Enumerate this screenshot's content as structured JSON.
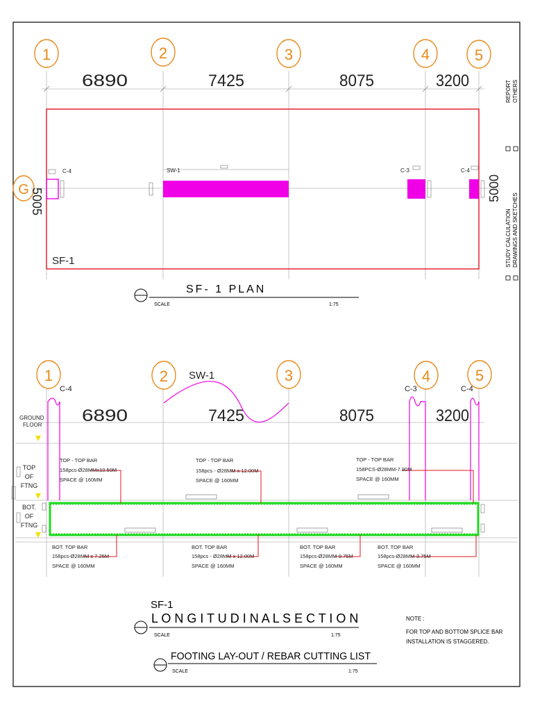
{
  "grid": {
    "labels": [
      "1",
      "2",
      "3",
      "4",
      "5"
    ],
    "row_label": "G",
    "spans": [
      "6890",
      "7425",
      "8075",
      "3200"
    ]
  },
  "plan": {
    "left_dimension": "5005",
    "right_dimension": "5000",
    "footing_label": "SF-1",
    "columns": {
      "c4": "C-4",
      "sw1": "SW-1",
      "c3": "C-3"
    },
    "title": "SF- 1  PLAN",
    "scale_label": "SCALE",
    "scale_value": "1:75"
  },
  "side_panel": {
    "report": "REPORT",
    "others": "OTHERS",
    "study": "STUDY CALCULATION",
    "drawings": "DRAWINGS AND SKETCHES"
  },
  "section": {
    "col_c4": "C-4",
    "col_sw1": "SW-1",
    "col_c3": "C-3",
    "ground_floor_line1": "GROUND",
    "ground_floor_line2": "FLOOR",
    "top_ftng": [
      "TOP",
      "OF",
      "FTNG"
    ],
    "bot_ftng": [
      "BOT.",
      "OF",
      "FTNG"
    ],
    "top_bars": [
      {
        "title": "TOP - TOP BAR",
        "spec": "158pcs-Ø28MMx10.50M",
        "space": "SPACE @ 160MM"
      },
      {
        "title": "TOP - TOP BAR",
        "spec": "158pcs - Ø28MM x 12.00M",
        "space": "SPACE @ 160MM"
      },
      {
        "title": "TOP - TOP BAR",
        "spec": "158PCS-Ø28MM-7.80M",
        "space": "SPACE @ 160MM"
      }
    ],
    "bot_bars": [
      {
        "title": "BOT. TOP BAR",
        "spec": "158pcs-Ø28MM x 7.25M",
        "space": "SPACE @ 160MM"
      },
      {
        "title": "BOT. TOP BAR",
        "spec": "158pcs - Ø28MM x 12.00M",
        "space": "SPACE @ 160MM"
      },
      {
        "title": "BOT. TOP BAR",
        "spec": "158pcs-Ø28MM-9.75M",
        "space": "SPACE @ 160MM"
      },
      {
        "title": "BOT. TOP BAR",
        "spec": "158pcs-Ø28MM-3.75M",
        "space": "SPACE @ 160MM"
      }
    ],
    "footing_label": "SF-1",
    "title": "L O N G I T U D I N A L    S E C T I O N",
    "scale_label": "SCALE",
    "scale_value": "1:75"
  },
  "note": {
    "heading": "NOTE :",
    "line1": "FOR TOP AND BOTTOM SPLICE BAR",
    "line2": "INSTALLATION IS STAGGERED."
  },
  "footer": {
    "title": "FOOTING LAY-OUT / REBAR CUTTING LIST",
    "scale_label": "SCALE",
    "scale_value": "1:75"
  },
  "colors": {
    "grid_bubble": "#e8891a",
    "footing_outline": "#e0141e",
    "column_fill": "#f000e6",
    "rebar_green": "#1ed81e",
    "leader_red": "#e0141e"
  }
}
